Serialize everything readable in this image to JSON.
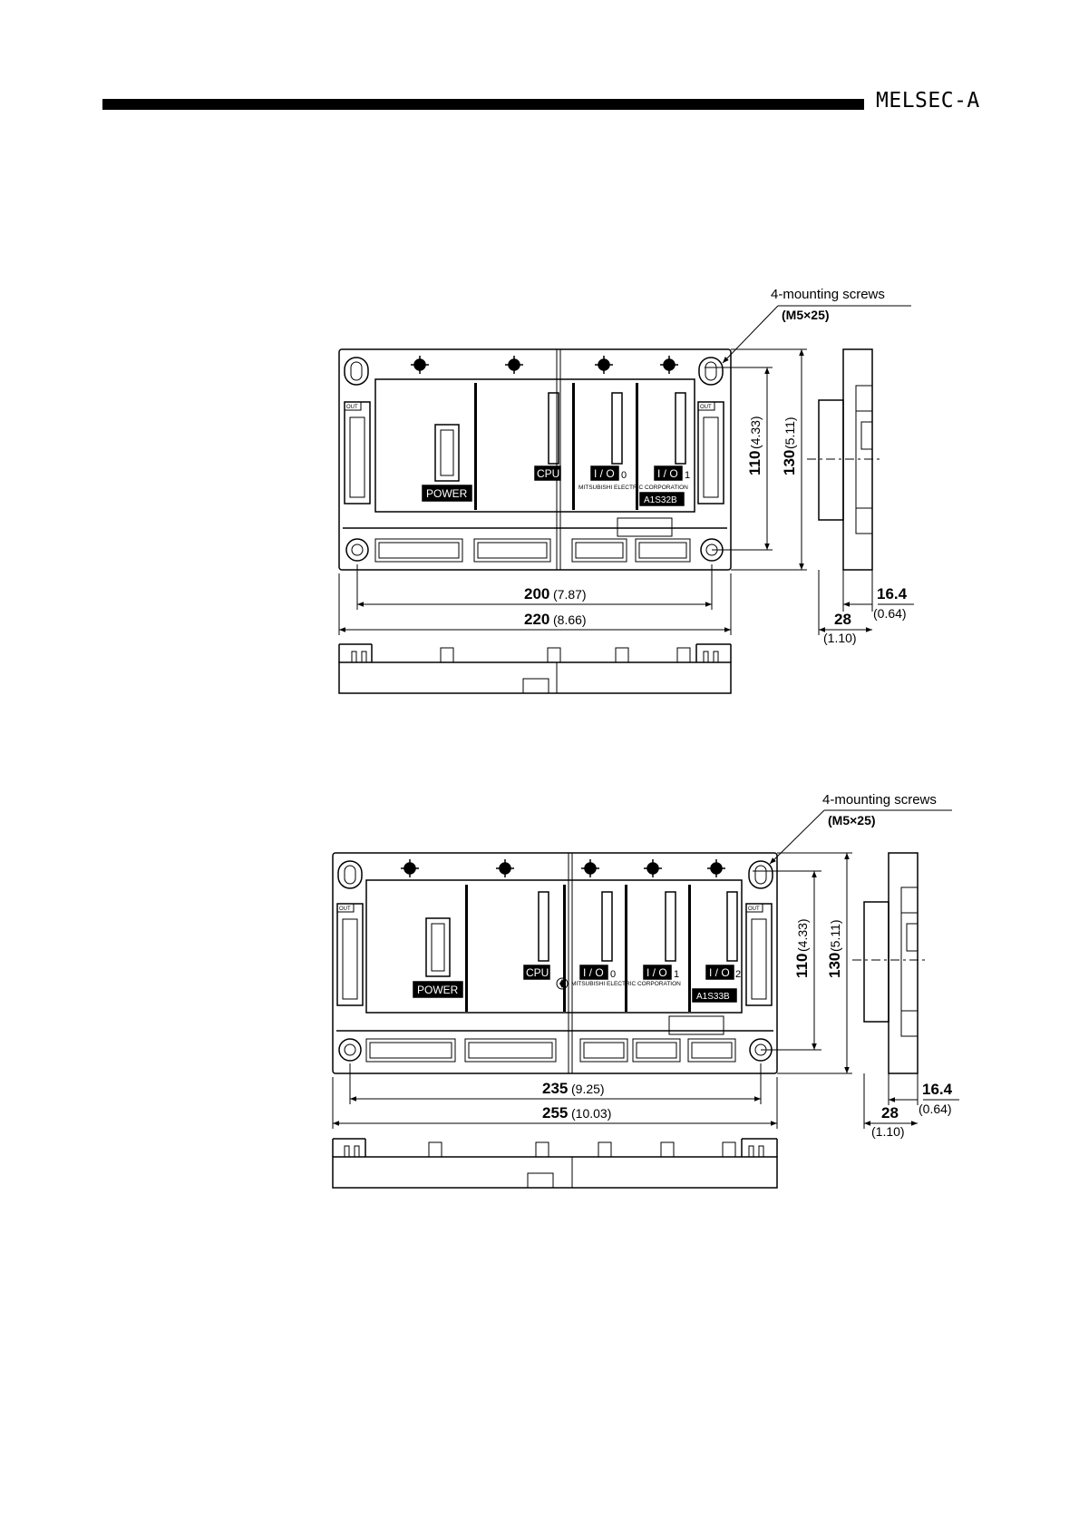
{
  "header": {
    "title": "MELSEC-A"
  },
  "colors": {
    "ink": "#000000",
    "paper": "#ffffff",
    "badge_fill": "#000000"
  },
  "diagrams": [
    {
      "model": "A1S32B",
      "manufacturer": "MITSUBISHI ELECTRIC CORPORATION",
      "callout": {
        "line1": "4-mounting screws",
        "line2": "(M5×25)"
      },
      "badges": {
        "power": "POWER",
        "cpu": "CPU",
        "io": "I / O",
        "out": "OUT"
      },
      "slots": [
        "0",
        "1"
      ],
      "dims": {
        "inner_width": {
          "main": "200",
          "paren": "(7.87)"
        },
        "outer_width": {
          "main": "220",
          "paren": "(8.66)"
        },
        "inner_height": {
          "main": "110",
          "paren": "(4.33)"
        },
        "outer_height": {
          "main": "130",
          "paren": "(5.11)"
        },
        "protrusion": {
          "main": "16.4",
          "paren": "(0.64)"
        },
        "depth": {
          "main": "28",
          "paren": "(1.10)"
        }
      }
    },
    {
      "model": "A1S33B",
      "manufacturer": "MITSUBISHI ELECTRIC CORPORATION",
      "callout": {
        "line1": "4-mounting screws",
        "line2": "(M5×25)"
      },
      "badges": {
        "power": "POWER",
        "cpu": "CPU",
        "io": "I / O",
        "out": "OUT"
      },
      "slots": [
        "0",
        "1",
        "2"
      ],
      "dims": {
        "inner_width": {
          "main": "235",
          "paren": "(9.25)"
        },
        "outer_width": {
          "main": "255",
          "paren": "(10.03)"
        },
        "inner_height": {
          "main": "110",
          "paren": "(4.33)"
        },
        "outer_height": {
          "main": "130",
          "paren": "(5.11)"
        },
        "protrusion": {
          "main": "16.4",
          "paren": "(0.64)"
        },
        "depth": {
          "main": "28",
          "paren": "(1.10)"
        }
      }
    }
  ]
}
